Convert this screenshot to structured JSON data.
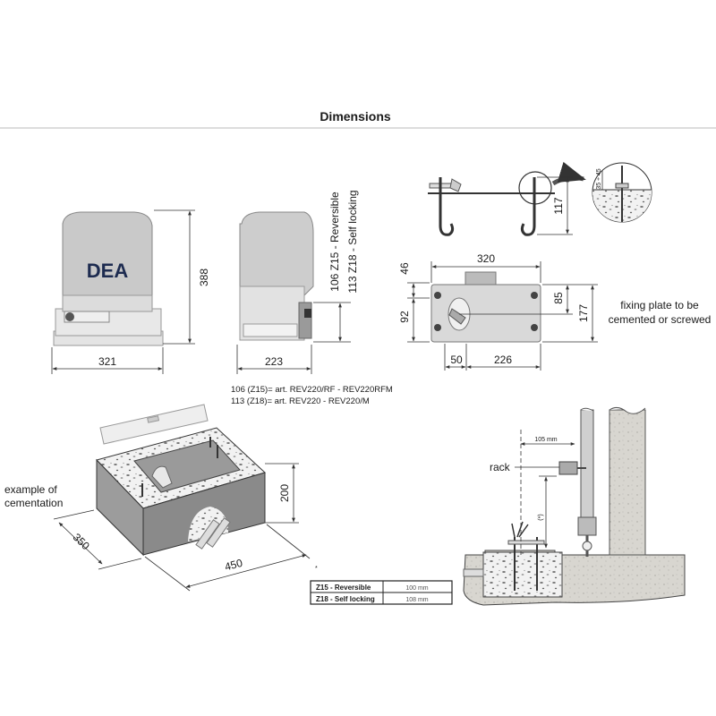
{
  "title": "Dimensions",
  "front_view": {
    "logo": "DEA",
    "height": "388",
    "width": "321"
  },
  "side_view": {
    "depth": "223",
    "note_z15": "106 Z15 - Reversible",
    "note_z18": "113 Z18 - Self locking"
  },
  "fixing_plate": {
    "bolt_height": "117",
    "width": "320",
    "top_offset": "46",
    "left_offset": "92",
    "right_inner": "85",
    "right_outer": "177",
    "bottom_left": "50",
    "bottom_right": "226",
    "detail_top": "35 ÷ 45",
    "note_line1": "fixing plate to be",
    "note_line2": "cemented or screwed"
  },
  "articles": {
    "line1": "106 (Z15)= art. REV220/RF - REV220RFM",
    "line2": "113 (Z18)= art. REV220 - REV220/M"
  },
  "cementation": {
    "label_line1": "example of",
    "label_line2": "cementation",
    "height": "200",
    "depth": "350",
    "width": "450"
  },
  "installation": {
    "gap_label": "105 mm",
    "rack_label": "rack",
    "asterisk_label": "(*)",
    "table_mark": "*",
    "table": [
      {
        "model": "Z15 - Reversible",
        "value": "100 mm"
      },
      {
        "model": "Z18 - Self locking",
        "value": "108 mm"
      }
    ]
  }
}
